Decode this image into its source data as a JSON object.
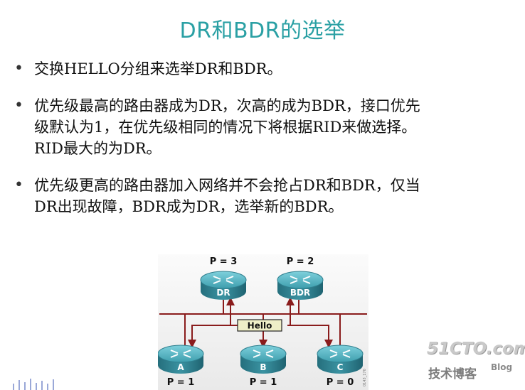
{
  "slide": {
    "title": "DR和BDR的选举",
    "bullet_glyph": "•",
    "bullets": [
      {
        "lines": [
          "交换HELLO分组来选举DR和BDR。"
        ]
      },
      {
        "lines": [
          "优先级最高的路由器成为DR，次高的成为BDR，接口优先",
          "级默认为1，在优先级相同的情况下将根据RID来做选择。",
          "RID最大的为DR。"
        ]
      },
      {
        "lines": [
          "优先级更高的路由器加入网络并不会抢占DR和BDR，仅当",
          "DR出现故障，BDR成为DR，选举新的BDR。"
        ]
      }
    ]
  },
  "diagram": {
    "hello_label": "Hello",
    "figure_code": "0143_170",
    "routers": [
      {
        "id": "dr",
        "label": "DR",
        "priority": "P = 3"
      },
      {
        "id": "bdr",
        "label": "BDR",
        "priority": "P = 2"
      },
      {
        "id": "a",
        "label": "A",
        "priority": "P = 1"
      },
      {
        "id": "b",
        "label": "B",
        "priority": "P = 1"
      },
      {
        "id": "c",
        "label": "C",
        "priority": "P = 0"
      }
    ],
    "colors": {
      "segment": "#8a1c1c",
      "router_top": "#4aaab8",
      "router_body": "#2f7f8e",
      "hello_box": "#efefc8"
    }
  },
  "watermark": {
    "logo": "51CTO.com",
    "subtitle": "技术博客",
    "blog": "Blog"
  }
}
